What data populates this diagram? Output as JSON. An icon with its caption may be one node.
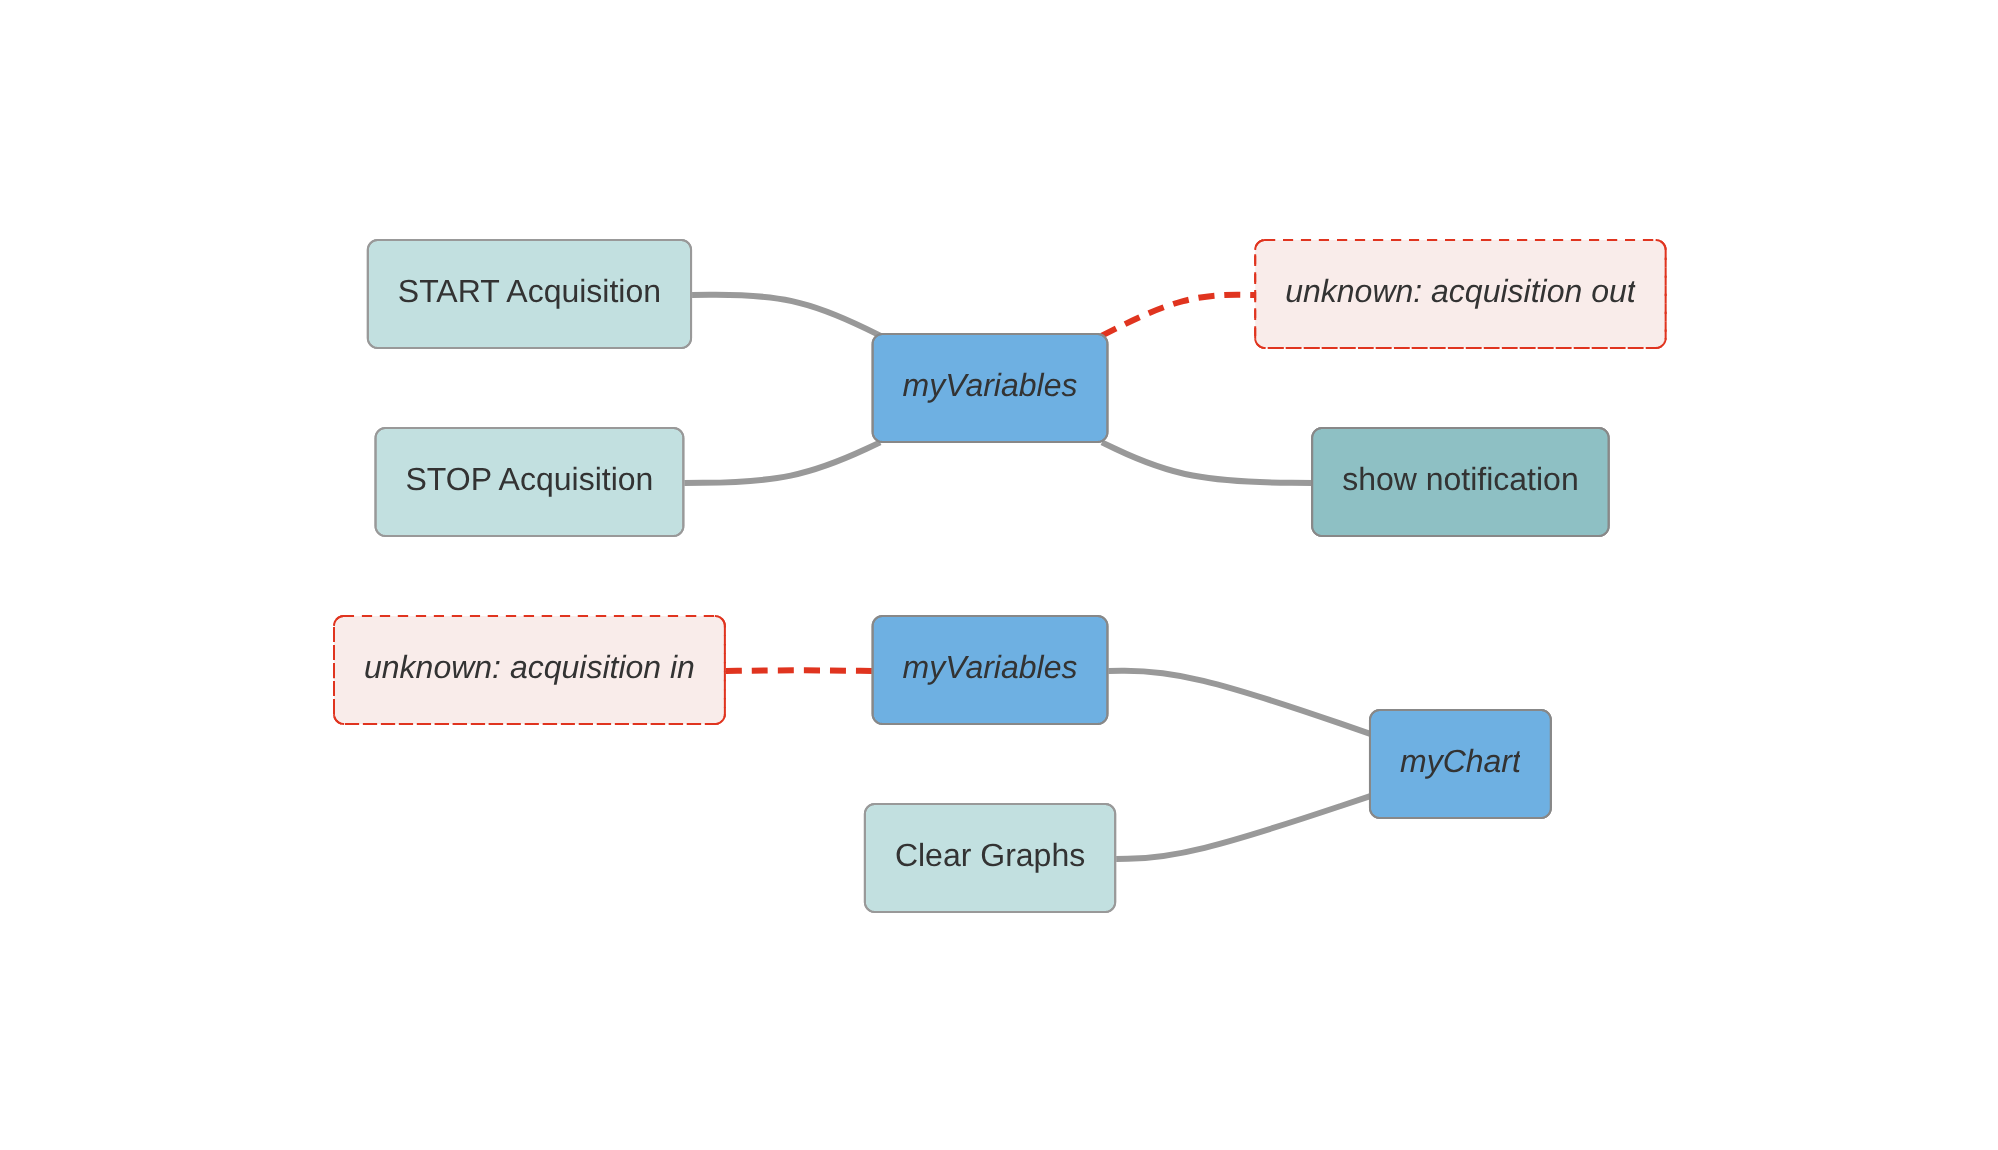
{
  "diagram": {
    "nodes": [
      {
        "text": [
          "START Acquisition"
        ]
      },
      {
        "text": [
          "STOP Acquisition"
        ]
      },
      {
        "text": [
          "myVariables"
        ]
      },
      {
        "text": [
          "unknown: acquisition out"
        ]
      },
      {
        "text": [
          "show notification"
        ]
      },
      {
        "text": [
          "unknown: acquisition in"
        ]
      },
      {
        "text": [
          "myVariables"
        ]
      },
      {
        "text": [
          "myChart"
        ]
      },
      {
        "text": [
          "Clear Graphs"
        ]
      }
    ],
    "edges": [
      {
        "from": 0,
        "to": 2,
        "arrow": "none"
      },
      {
        "from": 1,
        "to": 2,
        "arrow": "none"
      },
      {
        "from": 2,
        "to": 3,
        "arrow": "none",
        "style": "dashed",
        "color": "#e0341f"
      },
      {
        "from": 2,
        "to": 4,
        "arrow": "none"
      },
      {
        "from": 5,
        "to": 6,
        "arrow": "none",
        "style": "dashed",
        "color": "#e0341f"
      },
      {
        "from": 6,
        "to": 7,
        "arrow": "none"
      },
      {
        "from": 8,
        "to": 7,
        "arrow": "none"
      }
    ]
  }
}
